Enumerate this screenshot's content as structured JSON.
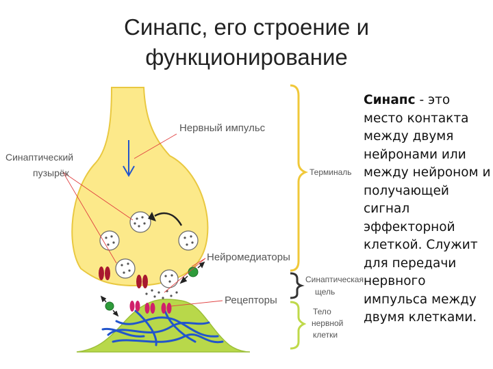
{
  "title": "Синапс, его строение и функционирование",
  "definition": {
    "term": "Синапс",
    "text": " - это место контакта между двумя нейронами или между нейроном и получающей сигнал эффекторной клеткой. Служит для передачи нервного импульса между двумя клетками."
  },
  "labels": {
    "nerve_impulse": "Нервный импульс",
    "synaptic_vesicle_line1": "Синаптический",
    "synaptic_vesicle_line2": "пузырёк",
    "neurotransmitters": "Нейромедиаторы",
    "receptors": "Рецепторы",
    "terminal": "Терминаль",
    "synaptic_cleft_line1": "Синаптическая",
    "synaptic_cleft_line2": "щель",
    "cell_body_line1": "Тело",
    "cell_body_line2": "нервной",
    "cell_body_line3": "клетки"
  },
  "colors": {
    "terminal_fill": "#FCE98A",
    "terminal_stroke": "#E9C840",
    "postsynaptic_fill": "#B8D84A",
    "fibers": "#2255CC",
    "channel_red": "#A8182E",
    "receptor_pink": "#D0206A",
    "transporter_green": "#2E9B3A",
    "bracket_yellow": "#F0C83A",
    "bracket_green": "#BFD94A",
    "leader_line": "#E04040",
    "arrow_blue": "#2255CC"
  }
}
